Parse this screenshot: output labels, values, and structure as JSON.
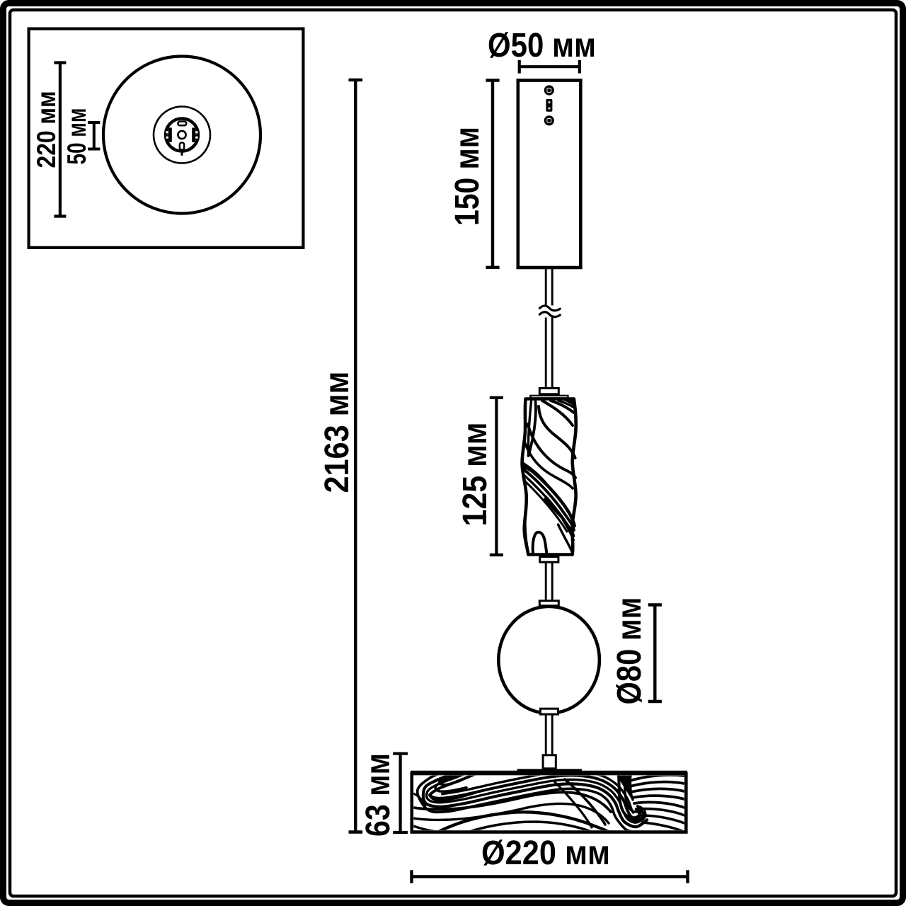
{
  "drawing": {
    "type": "pendant-lamp-dimension-diagram",
    "colors": {
      "ink": "#000000",
      "background": "#ffffff"
    },
    "labels": {
      "plan_view": {
        "outer_diameter": "220 мм",
        "mount_diameter": "50 мм"
      },
      "canopy_diameter": "Ø50 мм",
      "canopy_height": "150 мм",
      "overall_height": "2163 мм",
      "glass_element_height": "125 мм",
      "sphere_diameter": "Ø80 мм",
      "shade_thickness": "63 мм",
      "shade_diameter": "Ø220 мм"
    }
  }
}
